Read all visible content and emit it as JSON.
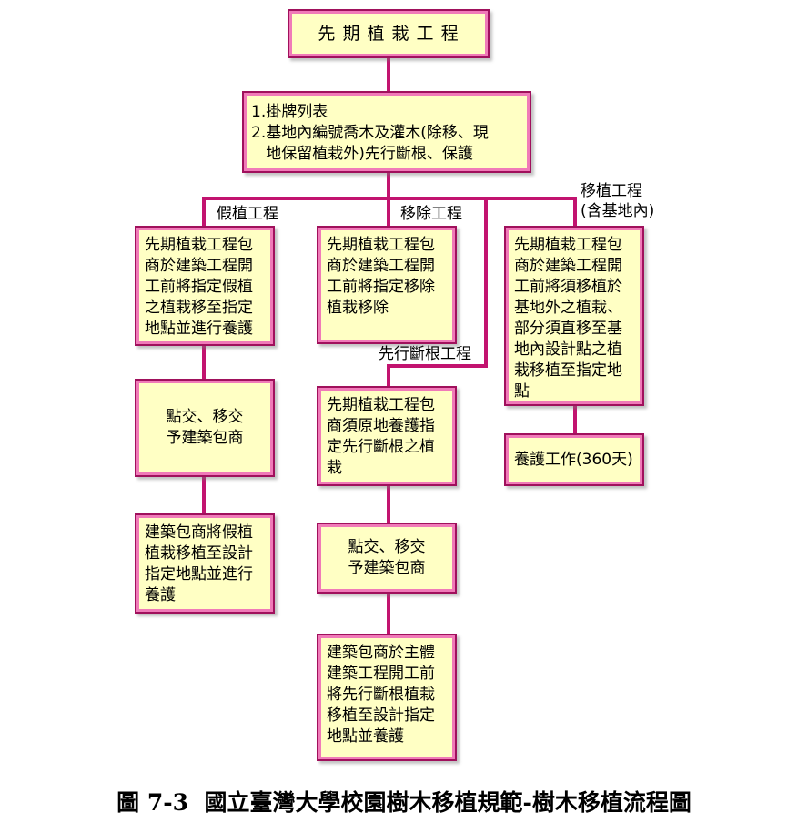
{
  "nodes": {
    "top": "先 期 植 栽 工 程",
    "summary": "1.掛牌列表\n2.基地內編號喬木及灌木(除移、現\n   地保留植栽外)先行斷根、保護",
    "temp_1": "先期植栽工程包商於建築工程開工前將指定假植之植栽移至指定地點並進行養護",
    "temp_2": "點交、移交\n予建築包商",
    "temp_3": "建築包商將假植植栽移植至設計指定地點並進行養護",
    "remove_1": "先期植栽工程包商於建築工程開工前將指定移除植栽移除",
    "root_1": "先期植栽工程包商須原地養護指定先行斷根之植栽",
    "root_2": "點交、移交\n予建築包商",
    "root_3": "建築包商於主體建築工程開工前將先行斷根植栽移植至設計指定地點並養護",
    "trans_1": "先期植栽工程包商於建築工程開工前將須移植於基地外之植栽、部分須直移至基地內設計點之植栽移植至指定地點",
    "trans_2": "養護工作(360天)"
  },
  "labels": {
    "temp": "假植工程",
    "remove": "移除工程",
    "transplant": "移植工程\n(含基地內)",
    "root": "先行斷根工程"
  },
  "caption": "圖 7-3  國立臺灣大學校園樹木移植規範-樹木移植流程圖",
  "colors": {
    "box_fill": "#ffffc4",
    "box_border": "#c2136f",
    "connector": "#c2136f"
  }
}
